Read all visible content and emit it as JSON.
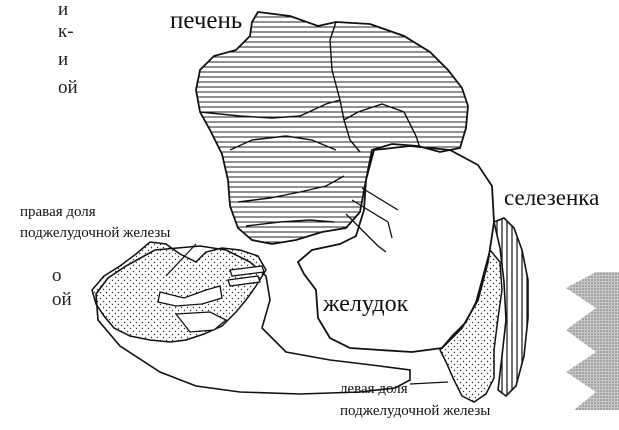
{
  "labels": {
    "liver": "печень",
    "spleen": "селезенка",
    "stomach": "желудок",
    "right_lobe": [
      "правая доля",
      "поджелудочной железы"
    ],
    "left_lobe": [
      "левая доля",
      "поджелудочной железы"
    ]
  },
  "edge_text": {
    "top_lines": [
      "и",
      "к-",
      "и",
      "ой"
    ],
    "bottom_lines": [
      "о",
      "ой"
    ]
  },
  "colors": {
    "ink": "#111111",
    "hatch": "#222222",
    "stipple": "#333333",
    "gray_edge": "#9a9a9a",
    "background": "#ffffff"
  }
}
